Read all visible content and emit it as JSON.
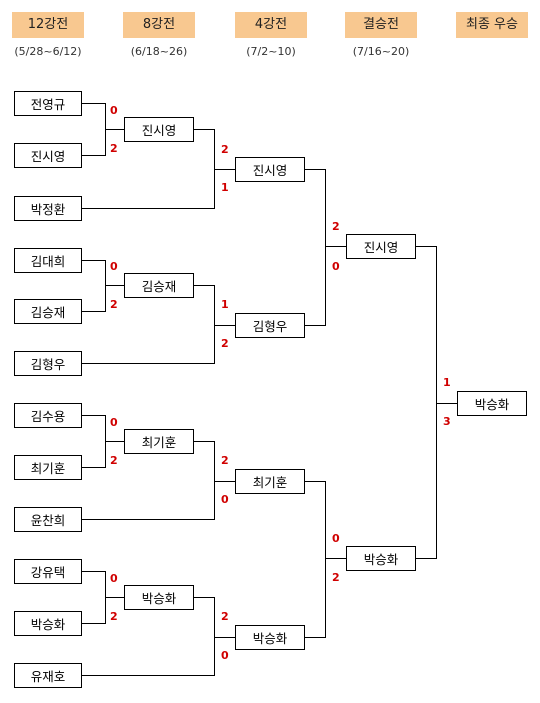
{
  "rounds": [
    {
      "label": "12강전",
      "dates": "(5/28~6/12)"
    },
    {
      "label": "8강전",
      "dates": "(6/18~26)"
    },
    {
      "label": "4강전",
      "dates": "(7/2~10)"
    },
    {
      "label": "결승전",
      "dates": "(7/16~20)"
    },
    {
      "label": "최종 우승",
      "dates": ""
    }
  ],
  "round12": [
    "전영규",
    "진시영",
    "박정환",
    "김대희",
    "김승재",
    "김형우",
    "김수용",
    "최기훈",
    "윤찬희",
    "강유택",
    "박승화",
    "유재호"
  ],
  "round12_scores": [
    "0",
    "2",
    "0",
    "2",
    "0",
    "2",
    "0",
    "2"
  ],
  "round8": [
    "진시영",
    "김승재",
    "최기훈",
    "박승화"
  ],
  "round8_scores": [
    "2",
    "1",
    "1",
    "2",
    "2",
    "0",
    "2",
    "0"
  ],
  "round4": [
    "진시영",
    "김형우",
    "최기훈",
    "박승화"
  ],
  "round4_scores": [
    "2",
    "0",
    "0",
    "2"
  ],
  "final": [
    "진시영",
    "박승화"
  ],
  "final_scores": [
    "1",
    "3"
  ],
  "champion": "박승화"
}
